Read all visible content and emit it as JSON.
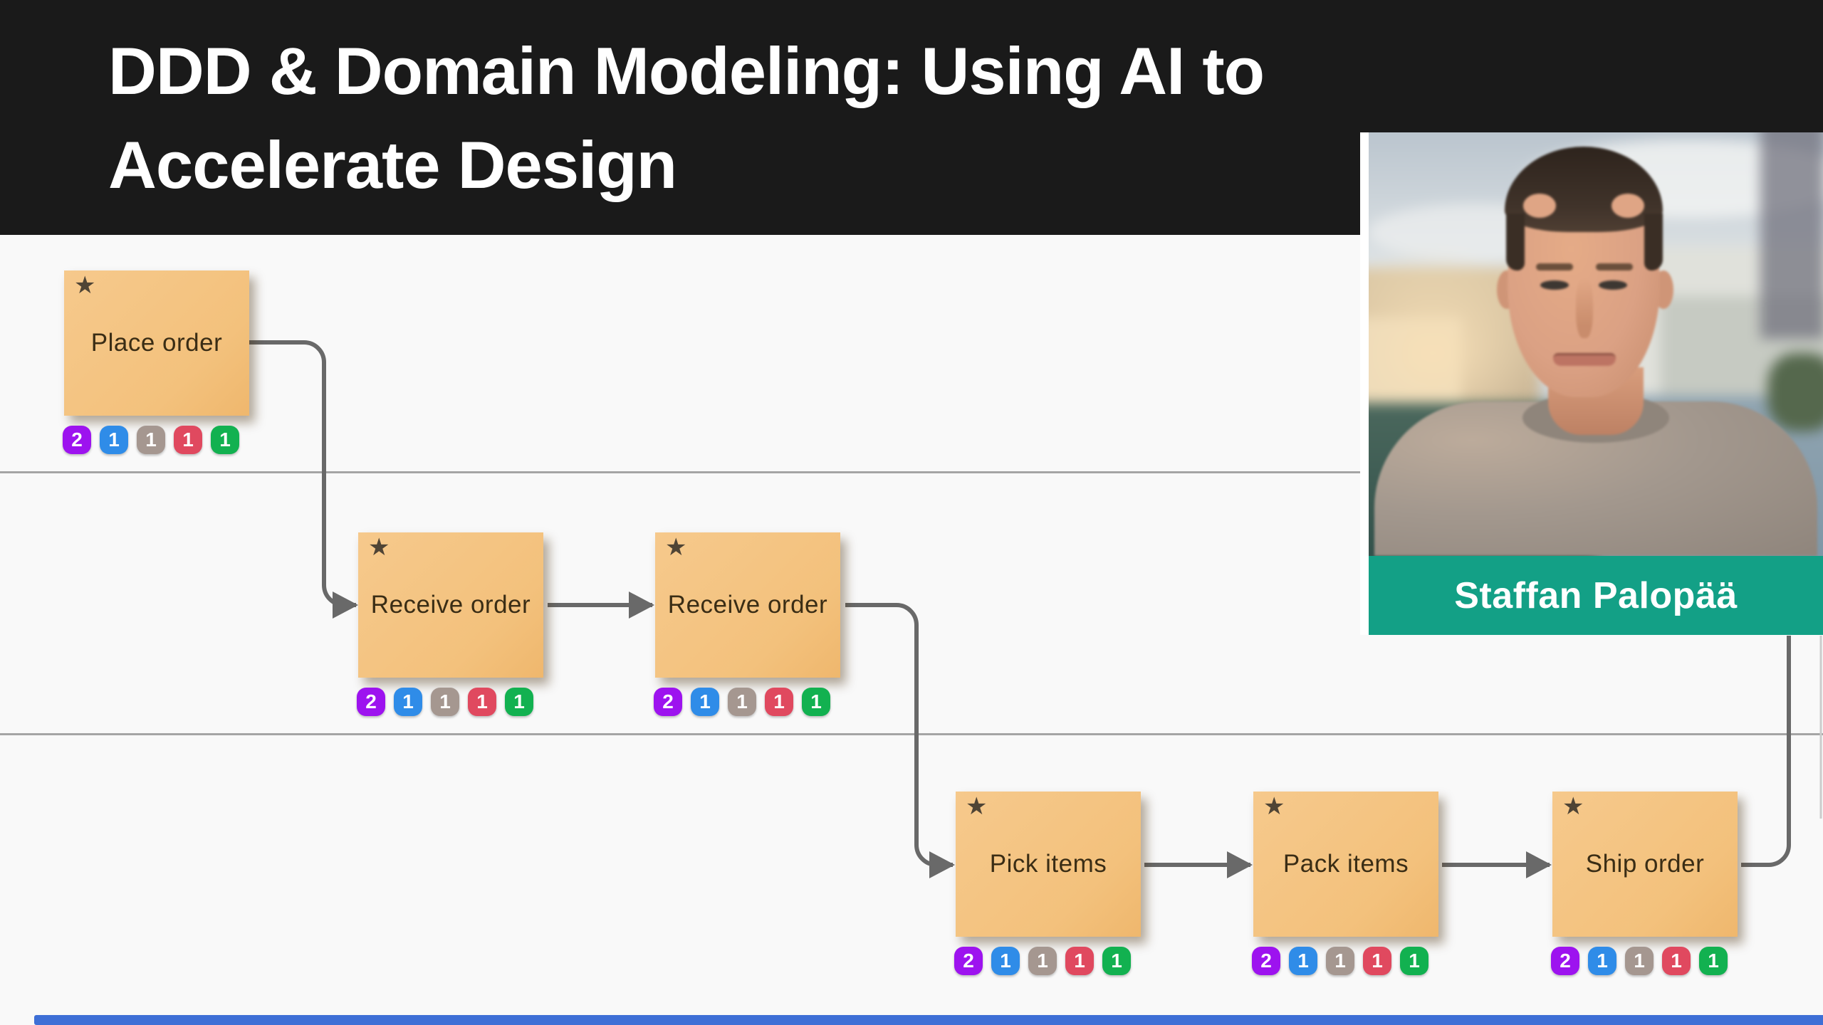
{
  "header": {
    "title_line1": "DDD & Domain Modeling: Using AI to",
    "title_line2": "Accelerate Design",
    "bg_color": "#1a1a1a",
    "text_color": "#ffffff"
  },
  "presenter": {
    "name": "Staffan Palopää",
    "banner_color": "#13a086"
  },
  "diagram": {
    "star_glyph": "★",
    "note_color": "#f4c383",
    "note_text_color": "#3a2d15",
    "connector_color": "#696969",
    "lane_line_color": "#a5a5a5",
    "badge_values": [
      "2",
      "1",
      "1",
      "1",
      "1"
    ],
    "badge_colors": [
      "#9d13ef",
      "#2f8ce8",
      "#a59790",
      "#e0495f",
      "#12b150"
    ],
    "notes": [
      {
        "label": "Place order"
      },
      {
        "label": "Receive order"
      },
      {
        "label": "Receive order"
      },
      {
        "label": "Pick items"
      },
      {
        "label": "Pack items"
      },
      {
        "label": "Ship order"
      }
    ]
  },
  "progress_bar": {
    "color": "#3e6fd6"
  }
}
